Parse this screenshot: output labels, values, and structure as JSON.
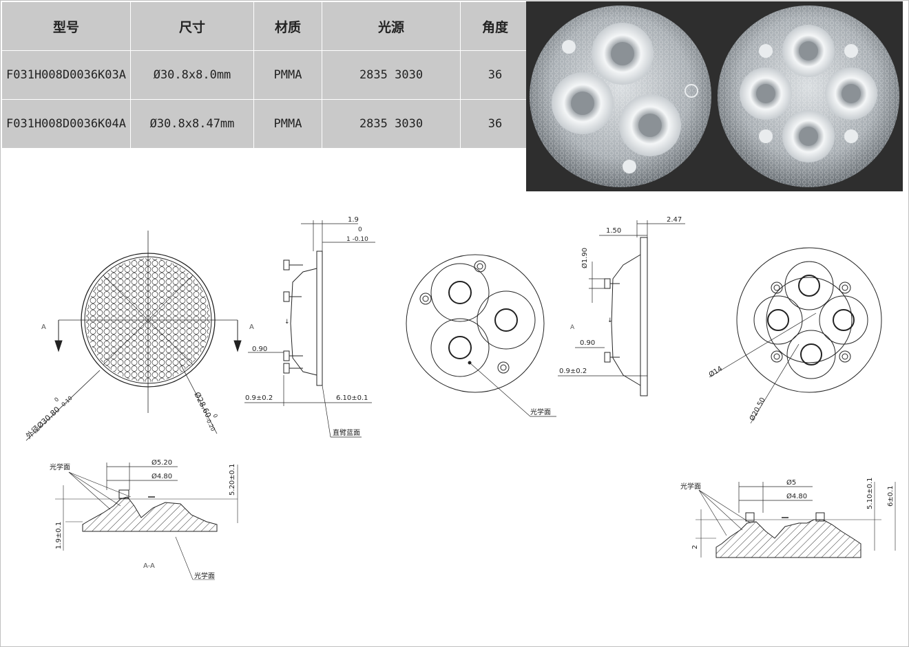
{
  "table": {
    "headers": [
      "型号",
      "尺寸",
      "材质",
      "光源",
      "角度"
    ],
    "rows": [
      [
        "F031H008D0036K03A",
        "Ø30.8x8.0mm",
        "PMMA",
        "2835 3030",
        "36"
      ],
      [
        "F031H008D0036K04A",
        "Ø30.8x8.47mm",
        "PMMA",
        "2835 3030",
        "36"
      ]
    ]
  },
  "drawing": {
    "front_d_outer": "外径Ø30.80",
    "front_d_outer_tol_hi": "0",
    "front_d_outer_tol_lo": "-0.10",
    "front_d_inner": "Ø28.60",
    "front_d_inner_tol_hi": "0",
    "front_d_inner_tol_lo": "-0.20",
    "section_mark": "A",
    "side1_dim_top": "1.9",
    "side1_dim_tol_hi": "0",
    "side1_dim_tol_lo": "1 -0.10",
    "side1_dim_090": "0.90",
    "side1_dim_09": "0.9±0.2",
    "side1_dim_610": "6.10±0.1",
    "side1_label": "直臂蓝面",
    "mid_label": "光学面",
    "side2_dim_247": "2.47",
    "side2_dim_150": "1.50",
    "side2_dim_190": "Ø1.90",
    "side2_dim_090": "0.90",
    "side2_dim_09": "0.9±0.2",
    "right_d14": "Ø14",
    "right_d2050": "Ø20.50",
    "sec1_label": "光学面",
    "sec1_d520": "Ø5.20",
    "sec1_d480": "Ø4.80",
    "sec1_h520": "5.20±0.1",
    "sec1_h19": "1.9±0.1",
    "sec1_caption": "A-A",
    "sec1_bottom_label": "光学面",
    "sec2_label": "光学面",
    "sec2_d5": "Ø5",
    "sec2_d480": "Ø4.80",
    "sec2_h510": "5.10±0.1",
    "sec2_h6": "6±0.1",
    "sec2_h2": "2"
  }
}
